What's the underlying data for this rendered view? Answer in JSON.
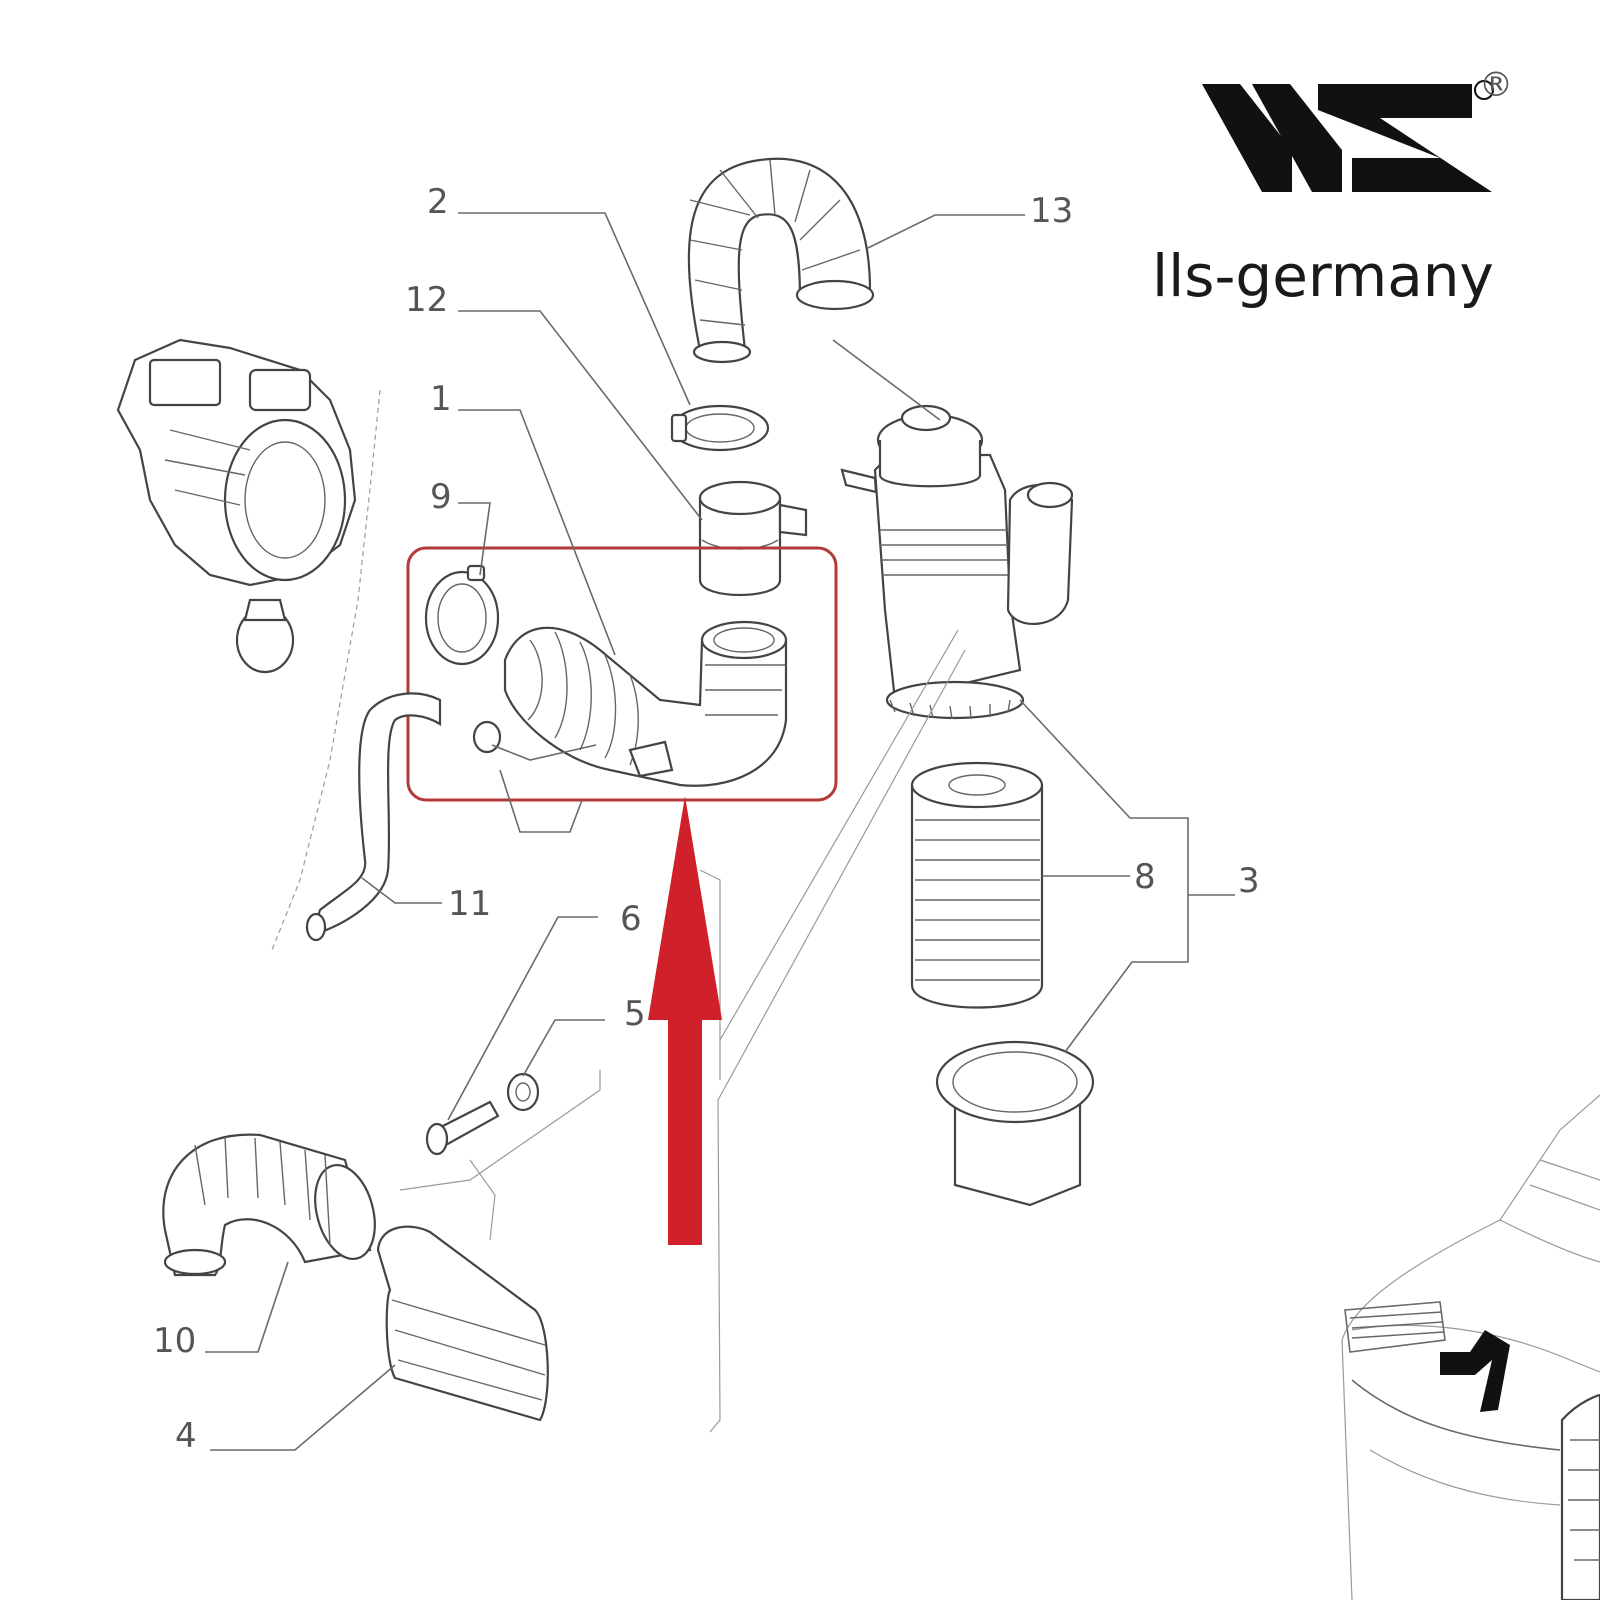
{
  "brand": {
    "name": "lls-germany",
    "registered_mark": "®",
    "logo_icon": "lls-logo-icon"
  },
  "callouts": [
    "1",
    "2",
    "3",
    "4",
    "5",
    "6",
    "8",
    "9",
    "10",
    "11",
    "12",
    "13"
  ],
  "highlight": {
    "frame_color": "#b23a3a",
    "arrow_color": "#d0202a"
  },
  "icons": {
    "arrow": "up-arrow-icon",
    "car": "car-outline-icon"
  }
}
